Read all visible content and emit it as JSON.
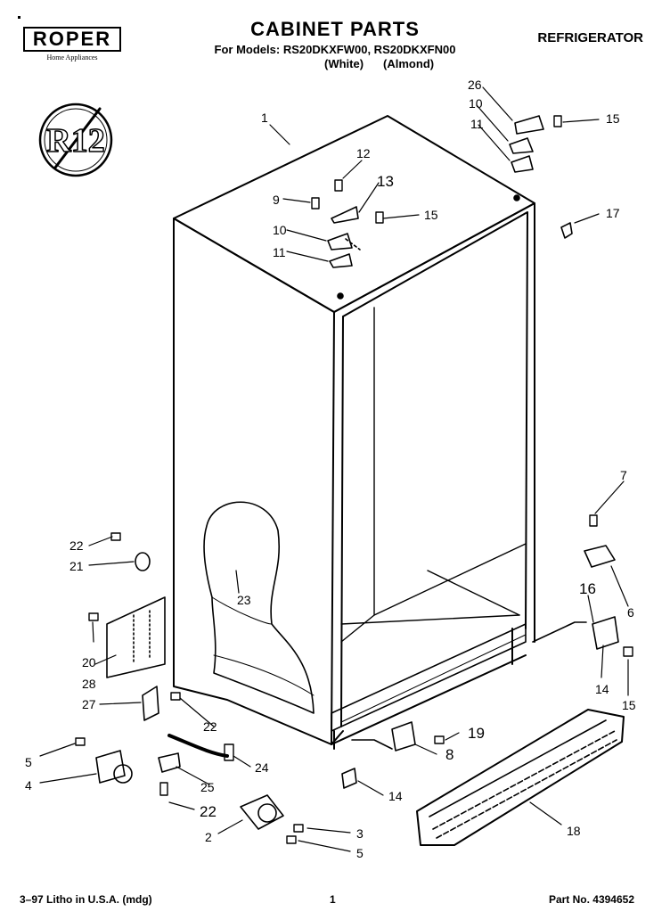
{
  "brand": {
    "logo_text": "ROPER",
    "tagline": "Home Appliances"
  },
  "header": {
    "title": "CABINET PARTS",
    "models_line": "For Models: RS20DKXFW00, RS20DKXFN00",
    "variant_white": "(White)",
    "variant_almond": "(Almond)",
    "product": "REFRIGERATOR"
  },
  "badge": {
    "text": "R12"
  },
  "callouts": {
    "c1": "1",
    "c2": "2",
    "c3": "3",
    "c4": "4",
    "c5a": "5",
    "c5b": "5",
    "c6": "6",
    "c7": "7",
    "c8": "8",
    "c9": "9",
    "c10a": "10",
    "c10b": "10",
    "c11a": "11",
    "c11b": "11",
    "c12": "12",
    "c13": "13",
    "c14a": "14",
    "c14b": "14",
    "c15a": "15",
    "c15b": "15",
    "c15c": "15",
    "c16": "16",
    "c17": "17",
    "c18": "18",
    "c19": "19",
    "c20": "20",
    "c21": "21",
    "c22a": "22",
    "c22b": "22",
    "c22c": "22",
    "c23": "23",
    "c24": "24",
    "c25": "25",
    "c26": "26",
    "c27": "27",
    "c28": "28"
  },
  "footer": {
    "printing": "3–97 Litho in U.S.A. (mdg)",
    "page": "1",
    "part_no": "Part No. 4394652"
  }
}
